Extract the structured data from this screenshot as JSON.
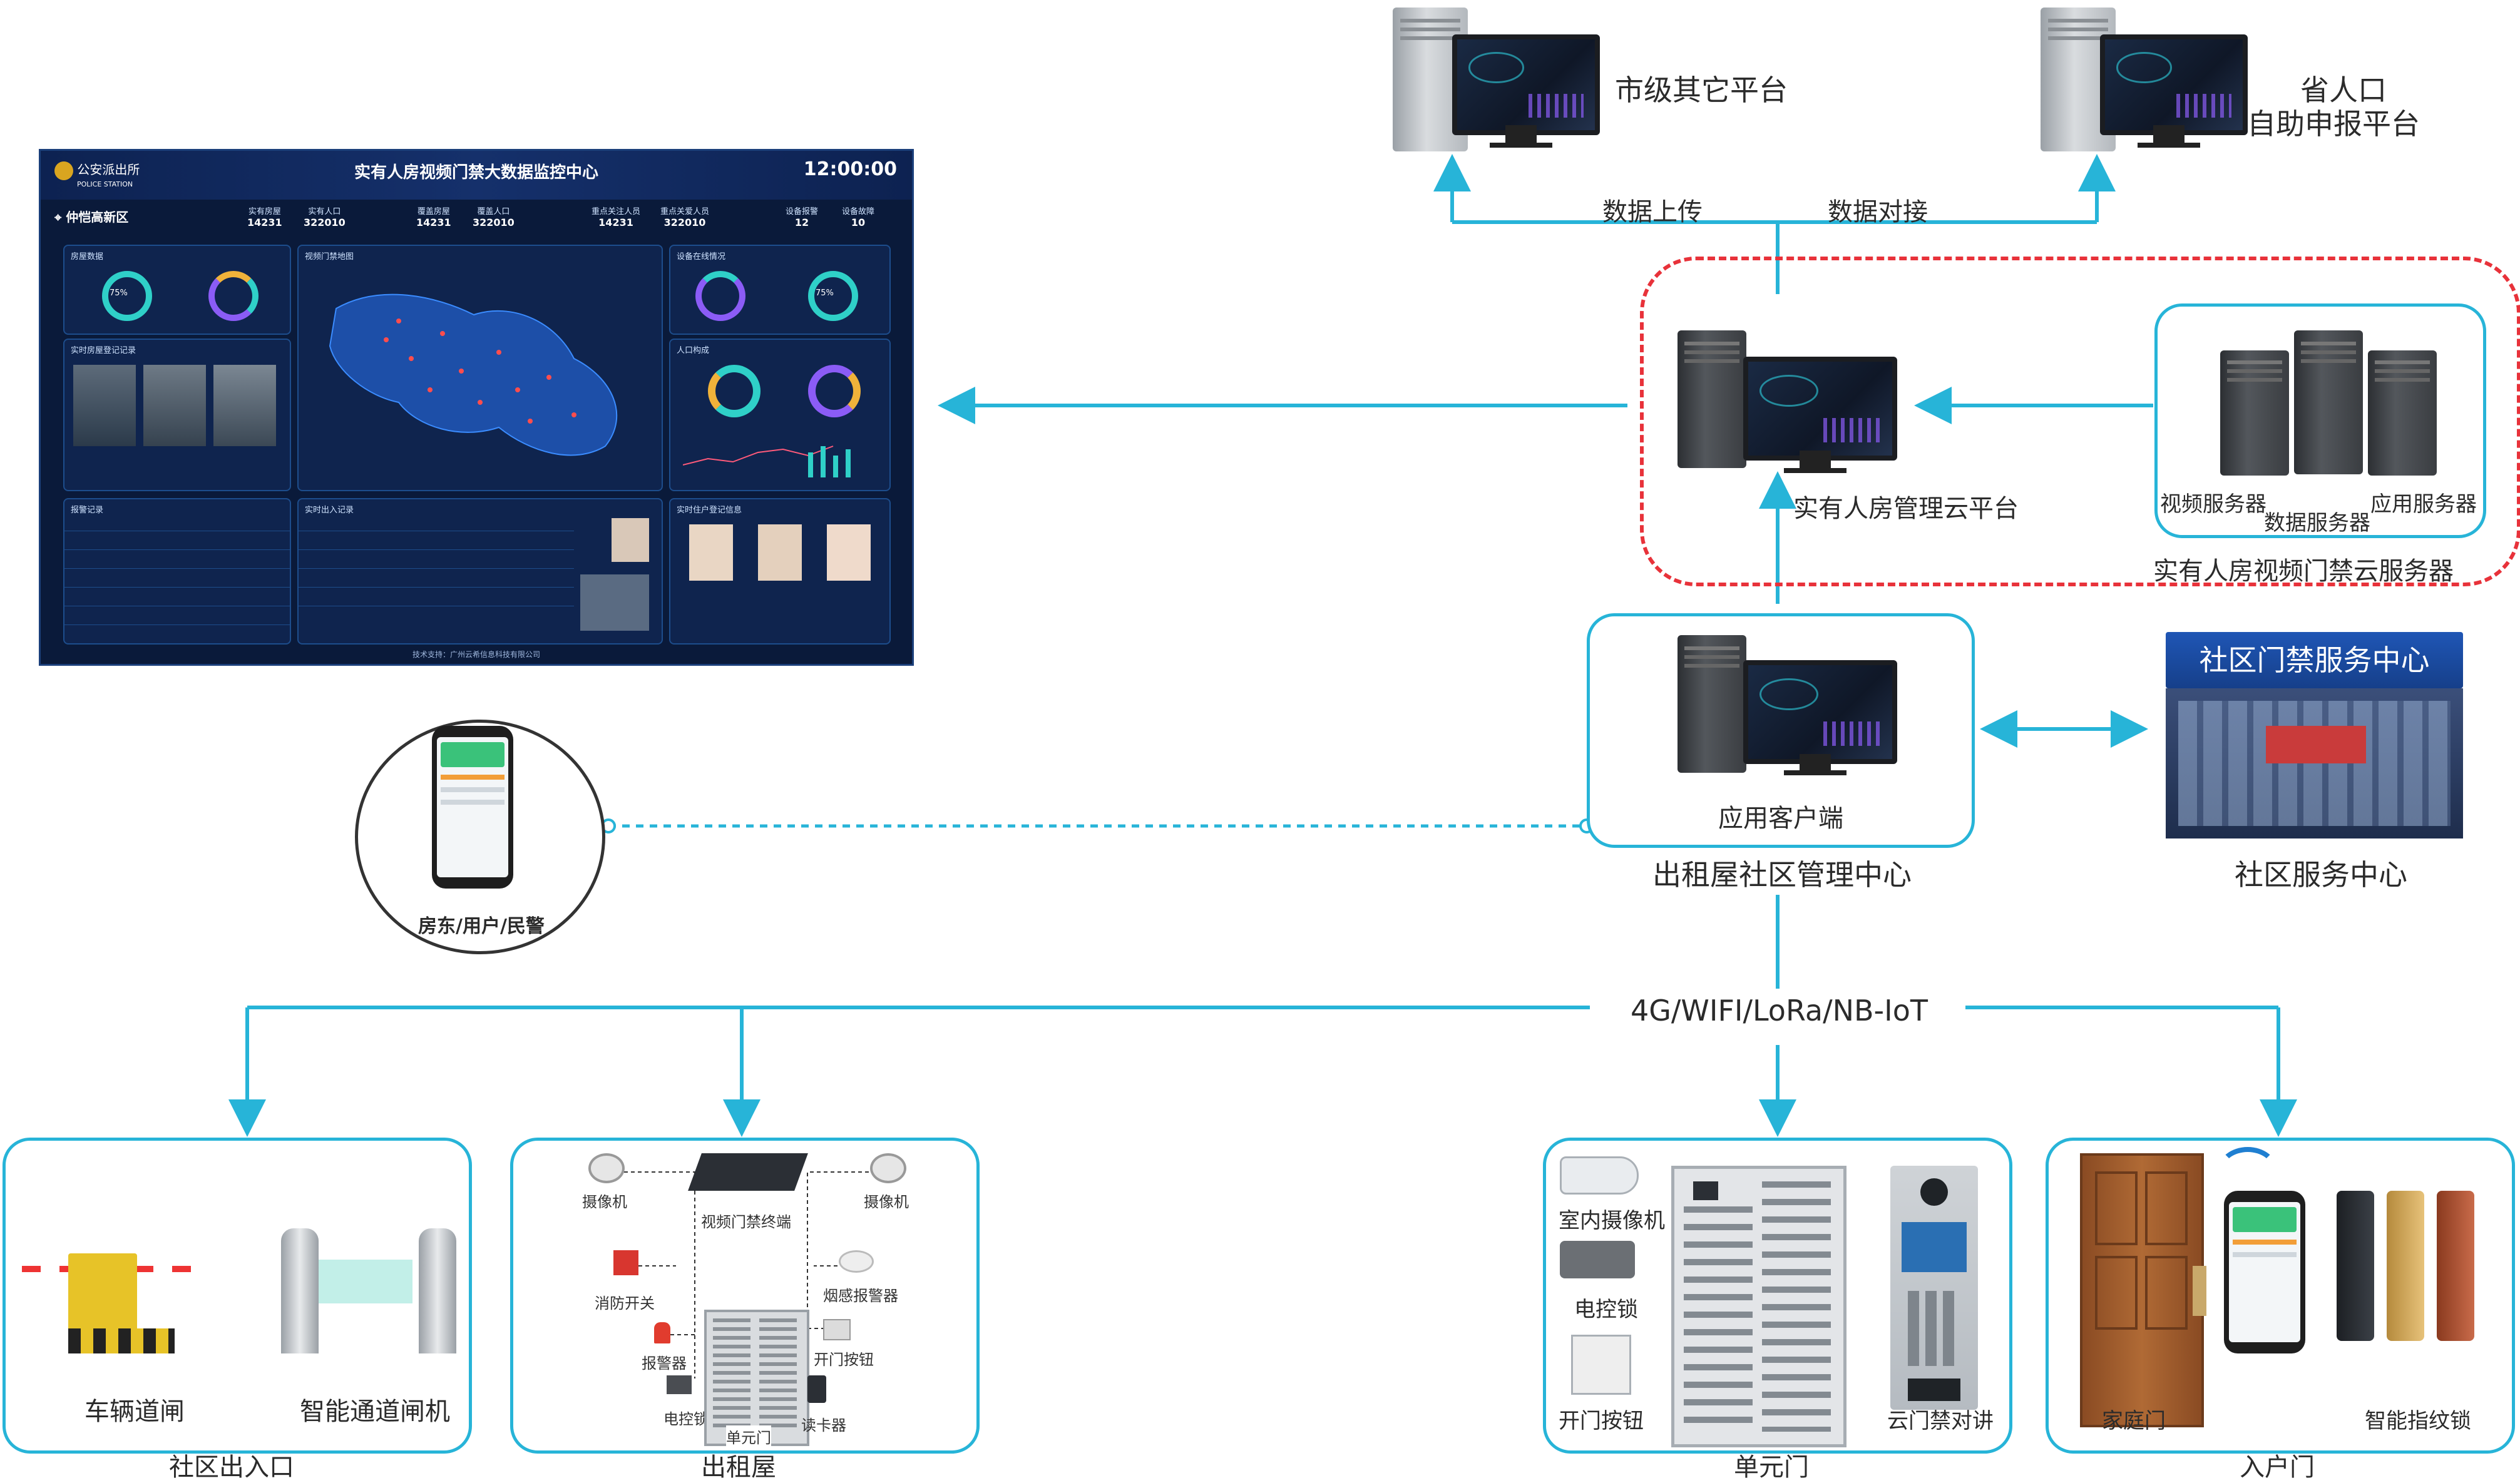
{
  "dashboard": {
    "logo": "公安派出所",
    "logo_sub": "POLICE STATION",
    "title": "实有人房视频门禁大数据监控中心",
    "time": "12:00:00",
    "region": "仲恺高新区",
    "stats": [
      {
        "label": "实有房屋",
        "value": "14231"
      },
      {
        "label": "实有人口",
        "value": "322010"
      },
      {
        "label": "覆盖房屋",
        "value": "14231"
      },
      {
        "label": "覆盖人口",
        "value": "322010"
      },
      {
        "label": "重点关注人员",
        "value": "14231"
      },
      {
        "label": "重点关爱人员",
        "value": "322010"
      },
      {
        "label": "设备报警",
        "value": "12"
      },
      {
        "label": "设备故障",
        "value": "10"
      }
    ],
    "panels": {
      "housing": "房屋数据",
      "realtime_house": "实时房屋登记记录",
      "map": "视频门禁地图",
      "device": "设备在线情况",
      "population": "人口构成",
      "alarm": "报警记录",
      "access": "实时出入记录",
      "resident": "实时住户登记信息"
    },
    "percent_a": "75%",
    "percent_b": "75%",
    "footer": "技术支持：广州云希信息科技有限公司"
  },
  "nodes": {
    "city_platform": "市级其它平台",
    "province_line1": "省人口",
    "province_line2": "自助申报平台",
    "upload": "数据上传",
    "dock": "数据对接",
    "cloud_platform": "实有人房管理云平台",
    "video_server": "视频服务器",
    "data_server": "数据服务器",
    "app_server": "应用服务器",
    "cloud_server_group": "实有人房视频门禁云服务器",
    "app_client": "应用客户端",
    "management_center": "出租屋社区管理中心",
    "service_center_sign": "社区门禁服务中心",
    "service_center": "社区服务中心",
    "mobile_user": "房东/用户/民警",
    "network": "4G/WIFI/LoRa/NB-IoT"
  },
  "groups": [
    {
      "title": "社区出入口",
      "items": [
        "车辆道闸",
        "智能通道闸机"
      ]
    },
    {
      "title": "出租屋",
      "items": [
        "摄像机",
        "视频门禁终端",
        "摄像机",
        "消防开关",
        "烟感报警器",
        "报警器",
        "开门按钮",
        "电控锁",
        "单元门",
        "读卡器"
      ]
    },
    {
      "title": "单元门",
      "items": [
        "室内摄像机",
        "电控锁",
        "开门按钮",
        "云门禁对讲"
      ]
    },
    {
      "title": "入户门",
      "items": [
        "家庭门",
        "智能指纹锁"
      ]
    }
  ],
  "colors": {
    "line": "#27b4d8",
    "dash": "#e8323a",
    "dashboard_bg": "#0a1a3a"
  }
}
